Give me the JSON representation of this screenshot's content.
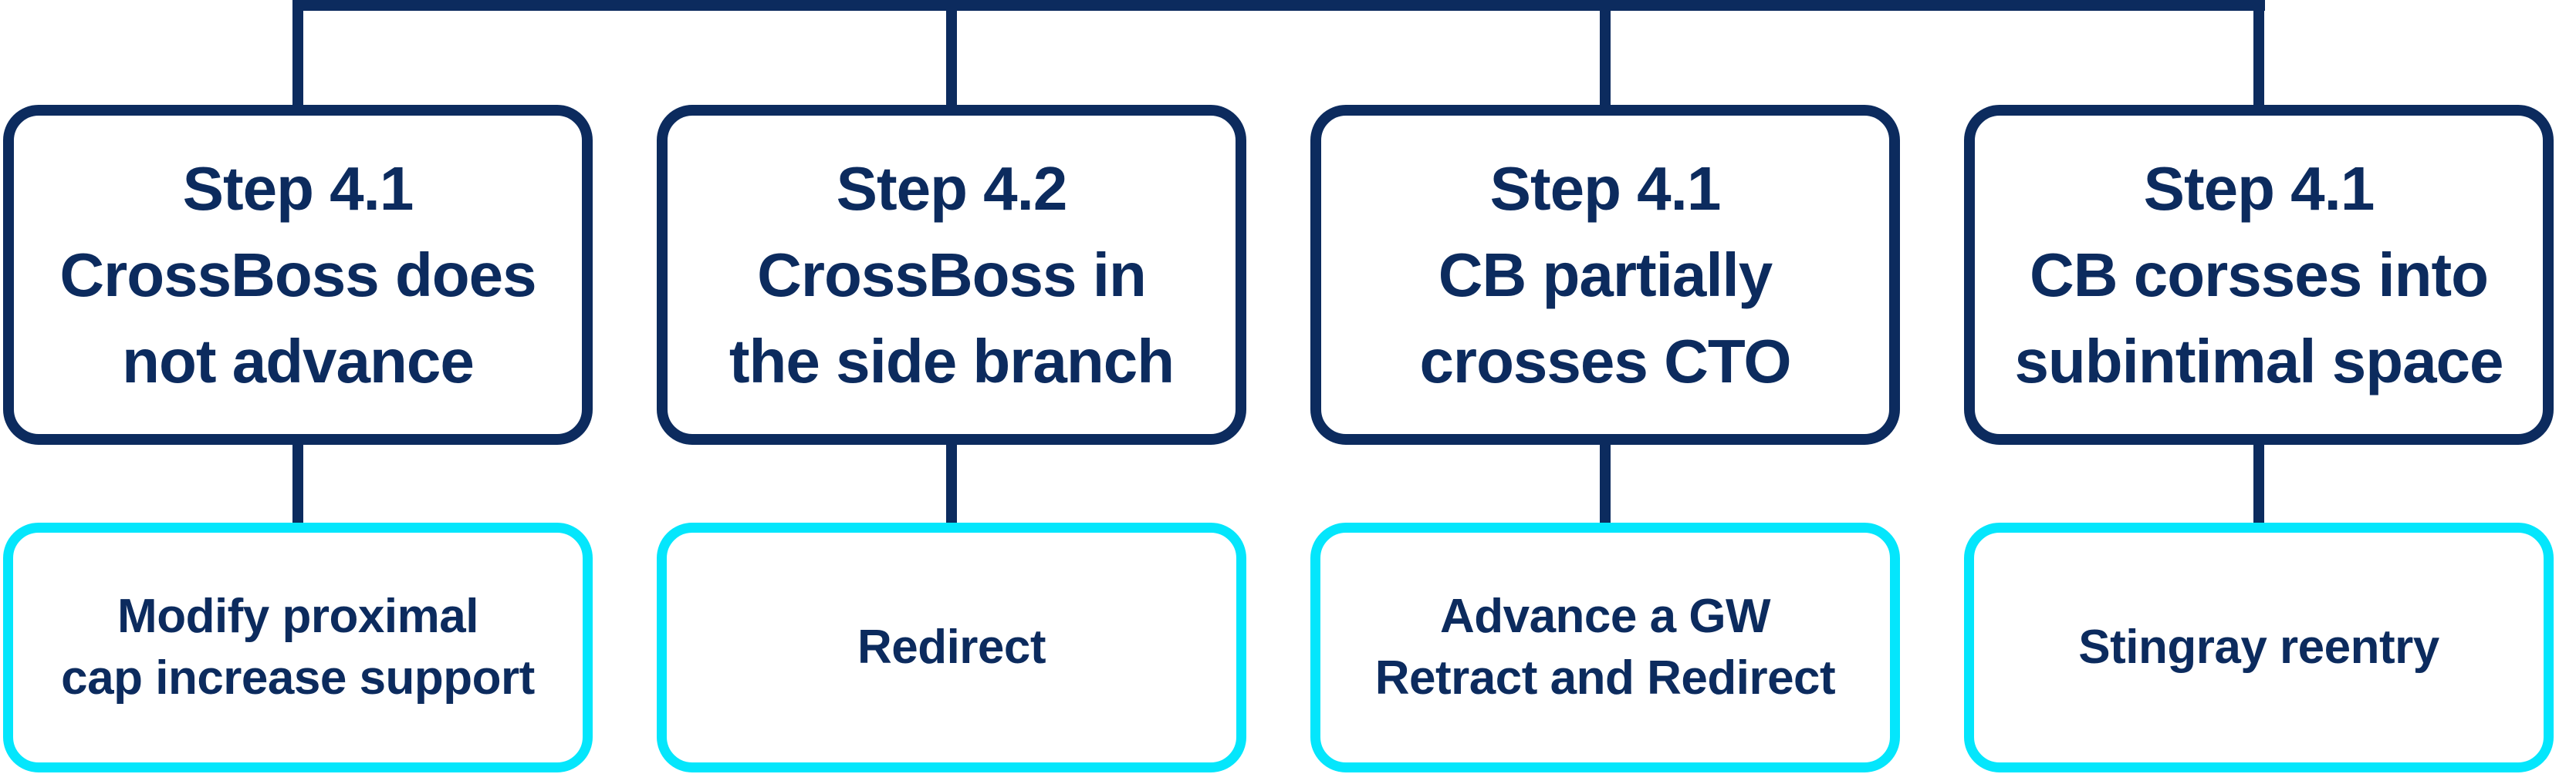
{
  "diagram": {
    "colors": {
      "navy": "#0c2b5e",
      "cyan": "#04e6fc",
      "background": "#ffffff"
    },
    "columns": [
      {
        "step": {
          "lines": [
            "Step 4.1",
            "CrossBoss does",
            "not advance"
          ]
        },
        "action": {
          "lines": [
            "Modify proximal",
            "cap increase support"
          ]
        }
      },
      {
        "step": {
          "lines": [
            "Step 4.2",
            "CrossBoss in",
            "the side branch"
          ]
        },
        "action": {
          "lines": [
            "Redirect"
          ]
        }
      },
      {
        "step": {
          "lines": [
            "Step 4.1",
            "CB partially",
            "crosses CTO"
          ]
        },
        "action": {
          "lines": [
            "Advance a GW",
            "Retract and Redirect"
          ]
        }
      },
      {
        "step": {
          "lines": [
            "Step 4.1",
            "CB corsses into",
            "subintimal space"
          ]
        },
        "action": {
          "lines": [
            "Stingray reentry"
          ]
        }
      }
    ]
  }
}
